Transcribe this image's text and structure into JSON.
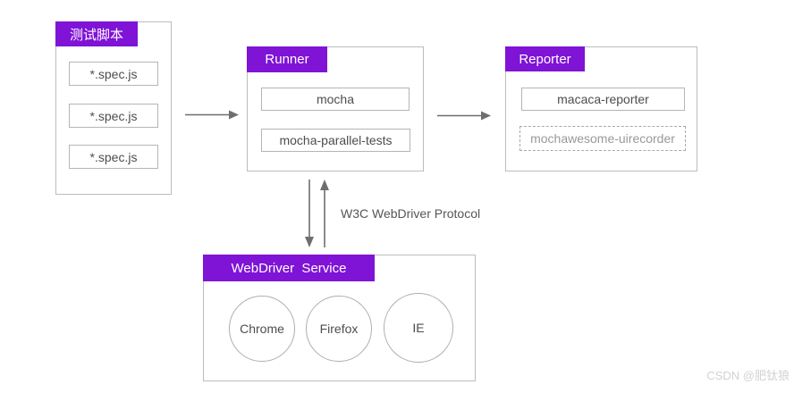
{
  "diagram": {
    "test_scripts": {
      "title": "测试脚本",
      "items": [
        "*.spec.js",
        "*.spec.js",
        "*.spec.js"
      ]
    },
    "runner": {
      "title": "Runner",
      "items": [
        "mocha",
        "mocha-parallel-tests"
      ]
    },
    "reporter": {
      "title": "Reporter",
      "items": [
        "macaca-reporter",
        "mochawesome-uirecorder"
      ]
    },
    "webdriver_service": {
      "title": "WebDriver  Service",
      "browsers": [
        "Chrome",
        "Firefox",
        "IE"
      ]
    },
    "protocol_label": "W3C WebDriver Protocol"
  },
  "watermark": "CSDN @肥钛狼",
  "colors": {
    "accent_purple": "#7f13d6",
    "box_border": "#bcbcbc",
    "inner_border": "#b5b5b5",
    "text": "#4d4d4d",
    "muted_text": "#999999",
    "arrow": "#6e6e6e",
    "watermark": "#d2d2d2"
  }
}
